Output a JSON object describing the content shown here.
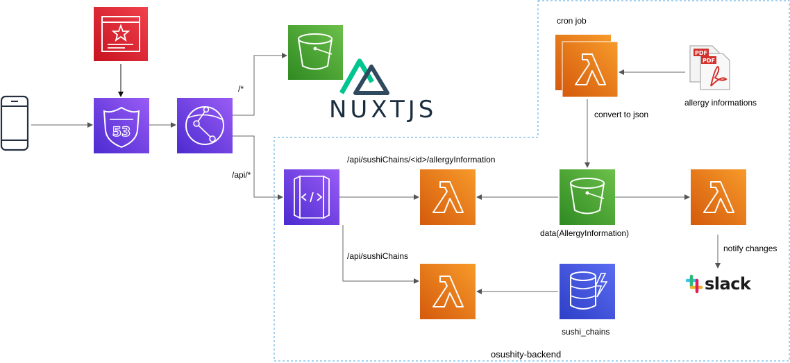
{
  "diagram": {
    "edge_labels": {
      "root_path": "/*",
      "api_path": "/api/*",
      "allergy_api": "/api/sushiChains/<id>/allergyInformation",
      "chains_api": "/api/sushiChains",
      "convert": "convert to json",
      "notify": "notify changes"
    },
    "node_labels": {
      "cron": "cron job",
      "allergy_pdf": "allergy informations",
      "bucket_data": "data(AllergyInformation)",
      "dynamo": "sushi_chains",
      "nuxt": "NUXTJS",
      "slack": "slack"
    },
    "boundary_label": "osushity-backend",
    "pdf_badge": "PDF",
    "r53_badge": "53",
    "colors": {
      "purple": "#6b44e0",
      "red": "#d6232f",
      "green": "#48a72f",
      "orange": "#ea6b10",
      "blue": "#3b4fd8",
      "boundary": "#4aa3df",
      "arrow": "#666666"
    }
  }
}
